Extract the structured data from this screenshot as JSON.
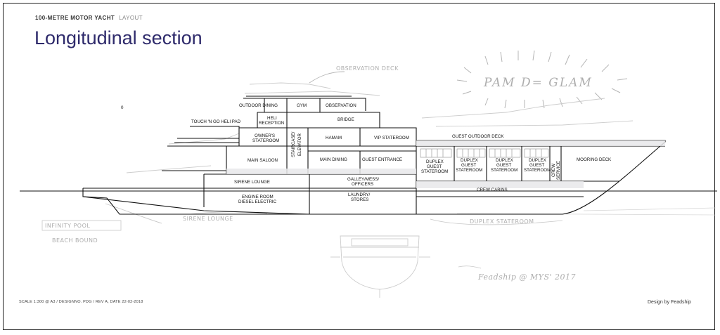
{
  "header": {
    "kicker_main": "100-METRE MOTOR YACHT",
    "kicker_sub": "LAYOUT",
    "title": "Longitudinal section"
  },
  "footer": {
    "left": "SCALE 1:300 @ A3  /  DESIGNNO. PDG  /  REV A, DATE 22-02-2018",
    "right": "Design by Feadship"
  },
  "marker": "0",
  "labels": {
    "outdoor_dining": "OUTDOOR DINING",
    "gym": "GYM",
    "observation": "OBSERVATION",
    "heli": "HELI",
    "reception": "RECEPTION",
    "bridge": "BRIDGE",
    "touch_go": "TOUCH 'N GO HELI PAD",
    "owners": "OWNER'S",
    "stateroom": "STATEROOM",
    "hamam": "HAMAM",
    "vip": "VIP STATEROOM",
    "guest_outdoor": "GUEST OUTDOOR DECK",
    "staircase": "STAIRCASE/",
    "elevator": "ELEVATOR",
    "main_saloon": "MAIN SALOON",
    "main_dining": "MAIN DINING",
    "guest_entrance": "GUEST ENTRANCE",
    "duplex": "DUPLEX",
    "guest": "GUEST",
    "crew": "CREW",
    "service": "SERVICE",
    "mooring": "MOORING DECK",
    "sirene": "SIRENE LOUNGE",
    "galley1": "GALLEY/MESS/",
    "galley2": "OFFICERS",
    "crew_cabins": "CREW CABINS",
    "engine1": "ENGINE ROOM",
    "engine2": "DIESEL ELECTRIC",
    "laundry1": "LAUNDRY/",
    "laundry2": "STORES"
  },
  "sketch_notes": {
    "observation_deck": "OBSERVATION DECK",
    "infinity_pool": "INFINITY POOL",
    "beach_bound": "BEACH BOUND",
    "sirene_lounge": "SIRENE LOUNGE",
    "duplex_stateroom": "DUPLEX STATEROOM",
    "yacht_name": "PAM D= GLAM",
    "signature": "Feadship @ MYS' 2017"
  }
}
